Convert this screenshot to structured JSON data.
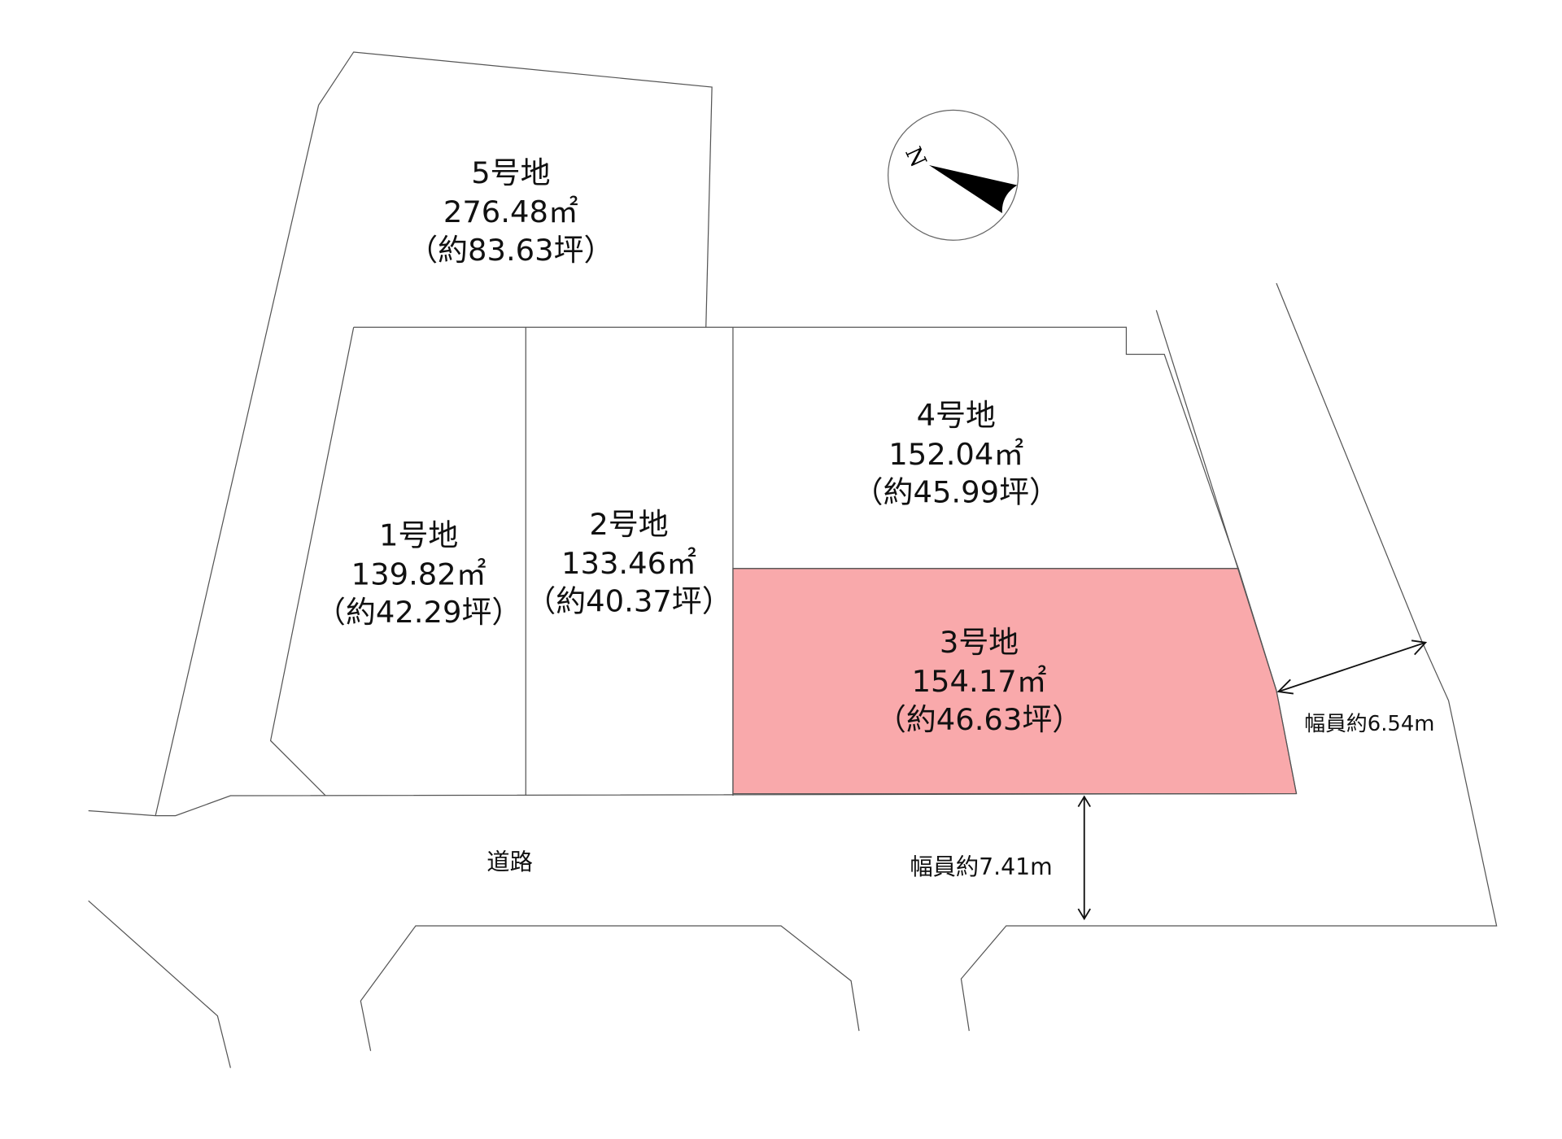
{
  "colors": {
    "highlight": "#F9A9AB",
    "line": "#555555"
  },
  "lots": [
    {
      "name": "5号地",
      "area": "276.48㎡",
      "tsubo": "（約83.63坪）"
    },
    {
      "name": "1号地",
      "area": "139.82㎡",
      "tsubo": "（約42.29坪）"
    },
    {
      "name": "2号地",
      "area": "133.46㎡",
      "tsubo": "（約40.37坪）"
    },
    {
      "name": "4号地",
      "area": "152.04㎡",
      "tsubo": "（約45.99坪）"
    },
    {
      "name": "3号地",
      "area": "154.17㎡",
      "tsubo": "（約46.63坪）",
      "highlighted": true
    }
  ],
  "road": {
    "label": "道路",
    "width_front": "幅員約7.41m",
    "width_side": "幅員約6.54m"
  },
  "compass": {
    "label": "N"
  }
}
